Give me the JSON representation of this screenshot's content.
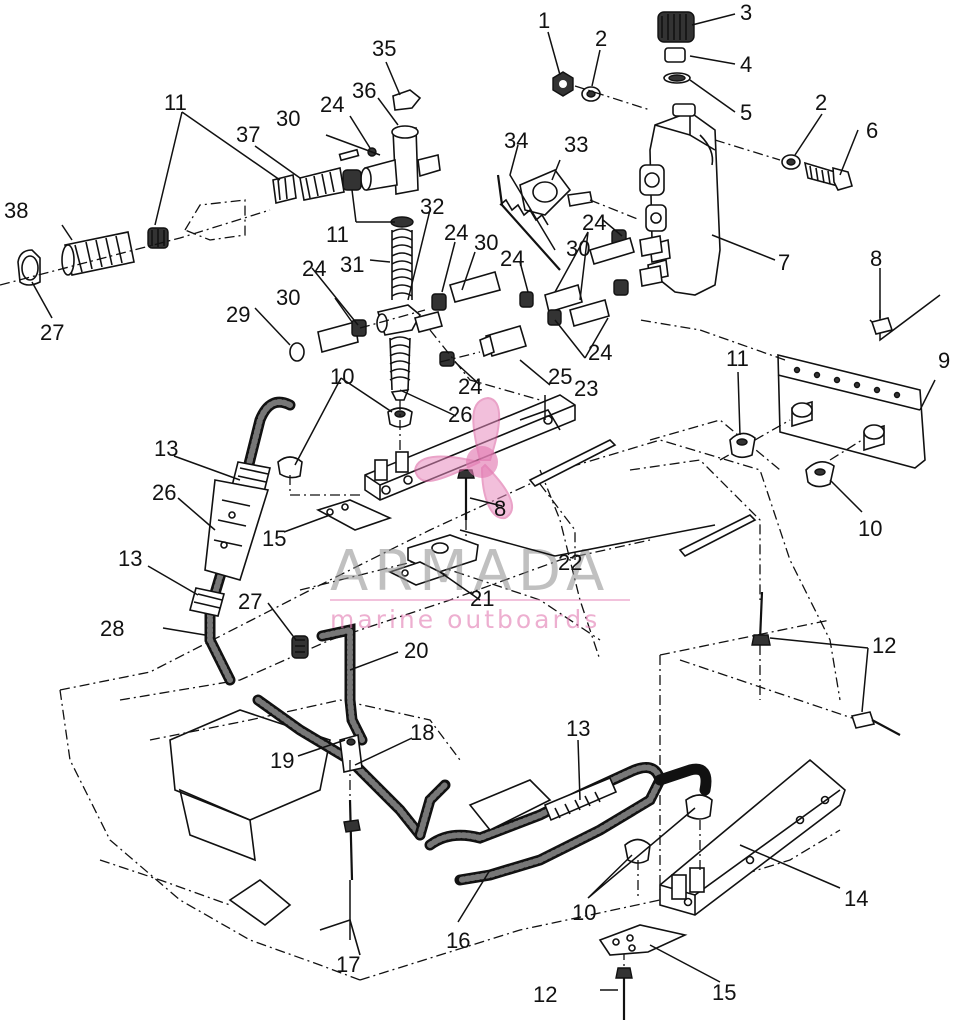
{
  "watermark": {
    "brand": "ARMADA",
    "tagline": "marine outboards",
    "logo_color": "#e88cbf"
  },
  "callouts": {
    "c1": "1",
    "c2a": "2",
    "c2b": "2",
    "c3": "3",
    "c4": "4",
    "c5": "5",
    "c6": "6",
    "c7": "7",
    "c8a": "8",
    "c8b": "8",
    "c9": "9",
    "c10a": "10",
    "c10b": "10",
    "c10c": "10",
    "c11a": "11",
    "c11b": "11",
    "c11c": "11",
    "c12a": "12",
    "c12b": "12",
    "c13a": "13",
    "c13b": "13",
    "c13c": "13",
    "c14": "14",
    "c15a": "15",
    "c15b": "15",
    "c16": "16",
    "c17": "17",
    "c18": "18",
    "c19": "19",
    "c20": "20",
    "c21": "21",
    "c22": "22",
    "c23": "23",
    "c24a": "24",
    "c24b": "24",
    "c24c": "24",
    "c24d": "24",
    "c24e": "24",
    "c24f": "24",
    "c25": "25",
    "c26a": "26",
    "c26b": "26",
    "c27a": "27",
    "c27b": "27",
    "c28": "28",
    "c29": "29",
    "c30a": "30",
    "c30b": "30",
    "c30c": "30",
    "c30d": "30",
    "c31": "31",
    "c32": "32",
    "c33": "33",
    "c34": "34",
    "c35": "35",
    "c36": "36",
    "c37": "37",
    "c38": "38"
  }
}
